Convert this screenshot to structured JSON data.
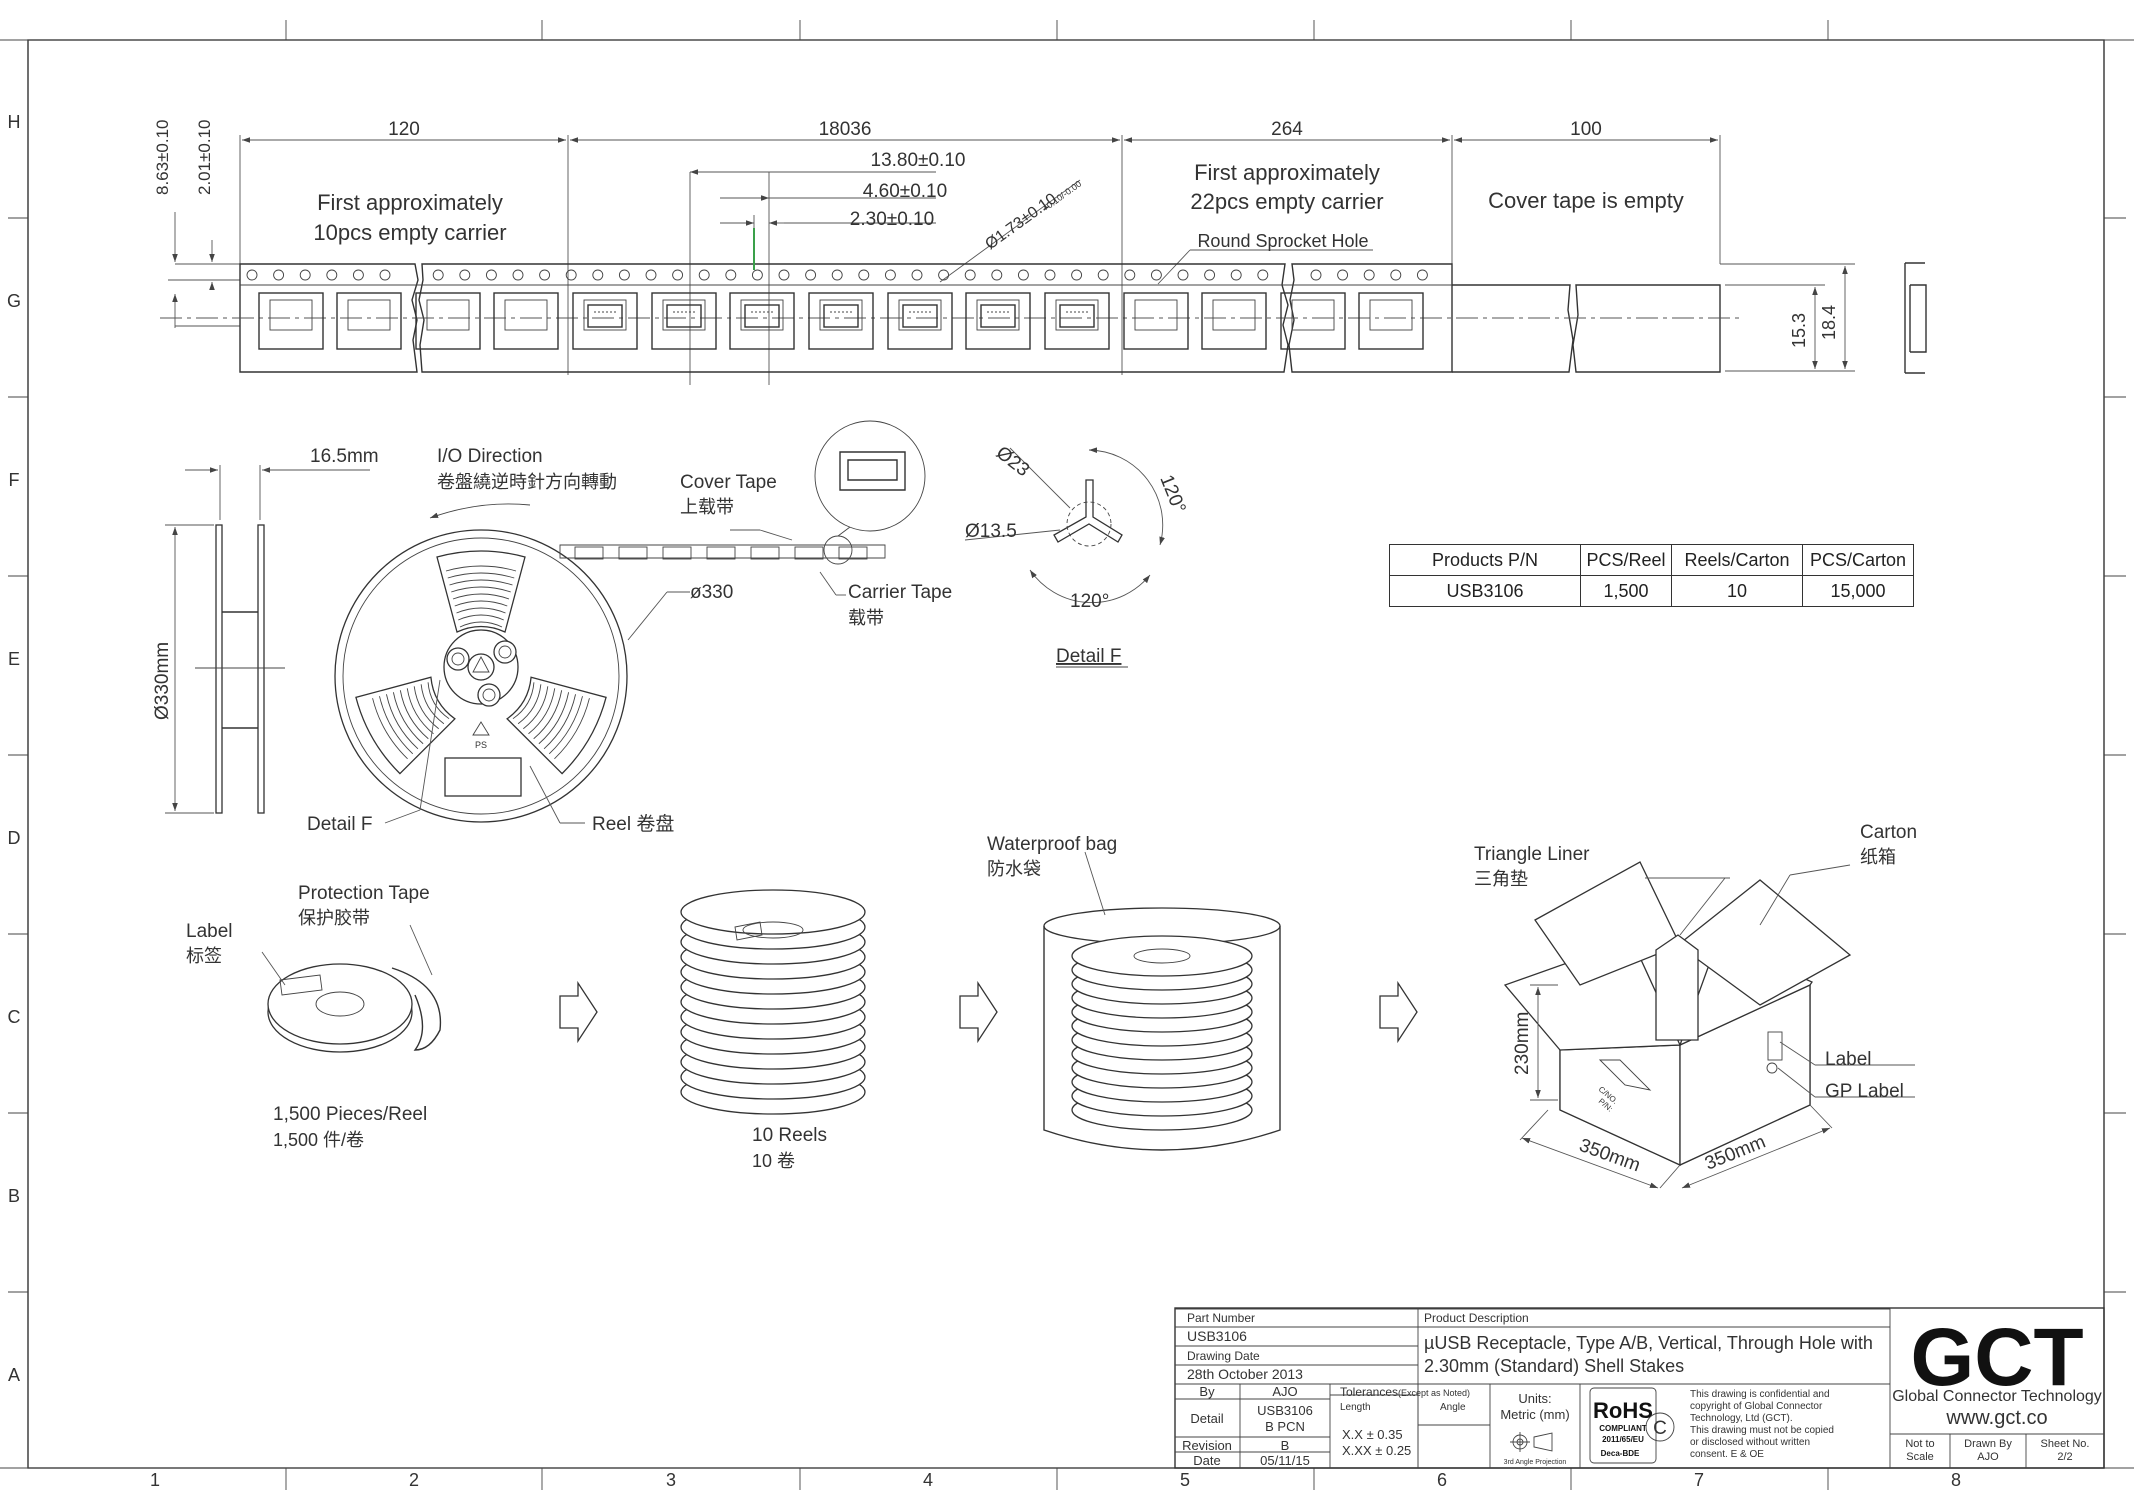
{
  "grid": {
    "top_cols": [
      "",
      "",
      "",
      "",
      "",
      "",
      "",
      ""
    ],
    "bottom_cols": [
      "1",
      "2",
      "3",
      "4",
      "5",
      "6",
      "7",
      "8"
    ],
    "rows": [
      "H",
      "G",
      "F",
      "E",
      "D",
      "C",
      "B",
      "A"
    ]
  },
  "tape": {
    "dim_120": "120",
    "dim_18036": "18036",
    "dim_264": "264",
    "dim_100": "100",
    "dim_13_80": "13.80±0.10",
    "dim_4_60": "4.60±0.10",
    "dim_2_30": "2.30±0.10",
    "dim_hole": "Ø1.73±0.10",
    "dim_hole_tol": "+0.10/-0.00",
    "dim_8_63": "8.63±0.10",
    "dim_2_01": "2.01±0.10",
    "dim_15_3": "15.3",
    "dim_18_4": "18.4",
    "leader_text_1": "First approximately",
    "leader_text_2": "10pcs empty carrier",
    "trailer_text_1": "First approximately",
    "trailer_text_2": "22pcs empty carrier",
    "cover_empty": "Cover tape is empty",
    "sprocket_label": "Round Sprocket Hole"
  },
  "reel": {
    "width_dim": "16.5mm",
    "dia_dim": "Ø330mm",
    "io_dir": "I/O Direction",
    "io_dir_cn": "卷盤繞逆時針方向轉動",
    "cover_tape": "Cover Tape",
    "cover_tape_cn": "上载带",
    "carrier_tape": "Carrier Tape",
    "carrier_tape_cn": "载带",
    "dia_330": "ø330",
    "detail_f": "Detail F",
    "reel_label": "Reel 卷盘",
    "ps_mark": "PS"
  },
  "detail_f": {
    "d23": "Ø23",
    "d13_5": "Ø13.5",
    "a120_1": "120°",
    "a120_2": "120°",
    "title": "Detail F"
  },
  "table": {
    "headers": [
      "Products P/N",
      "PCS/Reel",
      "Reels/Carton",
      "PCS/Carton"
    ],
    "rows": [
      [
        "USB3106",
        "1,500",
        "10",
        "15,000"
      ]
    ]
  },
  "packing": {
    "label": "Label",
    "label_cn": "标签",
    "protection_tape": "Protection Tape",
    "protection_tape_cn": "保护胶带",
    "pcs_reel": "1,500 Pieces/Reel",
    "pcs_reel_cn": "1,500 件/卷",
    "reels": "10 Reels",
    "reels_cn": "10 卷",
    "waterproof_bag": "Waterproof bag",
    "waterproof_bag_cn": "防水袋",
    "triangle_liner": "Triangle Liner",
    "triangle_liner_cn": "三角垫",
    "carton": "Carton",
    "carton_cn": "纸箱",
    "carton_label": "Label",
    "gp_label": "GP Label",
    "h230": "230mm",
    "w350a": "350mm",
    "w350b": "350mm",
    "cno": "C/NO.",
    "pn": "P/N:"
  },
  "title_block": {
    "part_number_label": "Part Number",
    "part_number": "USB3106",
    "drawing_date_label": "Drawing Date",
    "drawing_date": "28th October 2013",
    "product_desc_label": "Product Description",
    "product_desc_1": "µUSB Receptacle, Type A/B, Vertical, Through Hole with",
    "product_desc_2": "2.30mm (Standard) Shell Stakes",
    "by_label": "By",
    "by": "AJO",
    "detail_label": "Detail",
    "detail_1": "USB3106",
    "detail_2": "B PCN",
    "revision_label": "Revision",
    "revision": "B",
    "date_label": "Date",
    "date": "05/11/15",
    "tol_label": "Tolerances",
    "tol_note": "(Except as Noted)",
    "length_label": "Length",
    "angle_label": "Angle",
    "tol_1": "X.X ± 0.35",
    "tol_2": "X.XX ± 0.25",
    "units_label": "Units:",
    "units": "Metric (mm)",
    "projection": "3rd Angle Projection",
    "rohs": "RoHS",
    "rohs_compliant": "COMPLIANT",
    "rohs_dir": "2011/65/EU",
    "rohs_deca": "Deca-BDE",
    "copyright_1": "This drawing is confidential and",
    "copyright_2": "copyright of Global Connector",
    "copyright_3": "Technology, Ltd (GCT).",
    "copyright_4": "This drawing must not be copied",
    "copyright_5": "or disclosed without written",
    "copyright_6": "consent. E & OE",
    "copyright_symbol": "C",
    "logo": "GCT",
    "company": "Global Connector Technology",
    "website": "www.gct.co",
    "scale_label_1": "Not to",
    "scale_label_2": "Scale",
    "drawn_by_label": "Drawn By",
    "drawn_by": "AJO",
    "sheet_label": "Sheet No.",
    "sheet": "2/2"
  }
}
